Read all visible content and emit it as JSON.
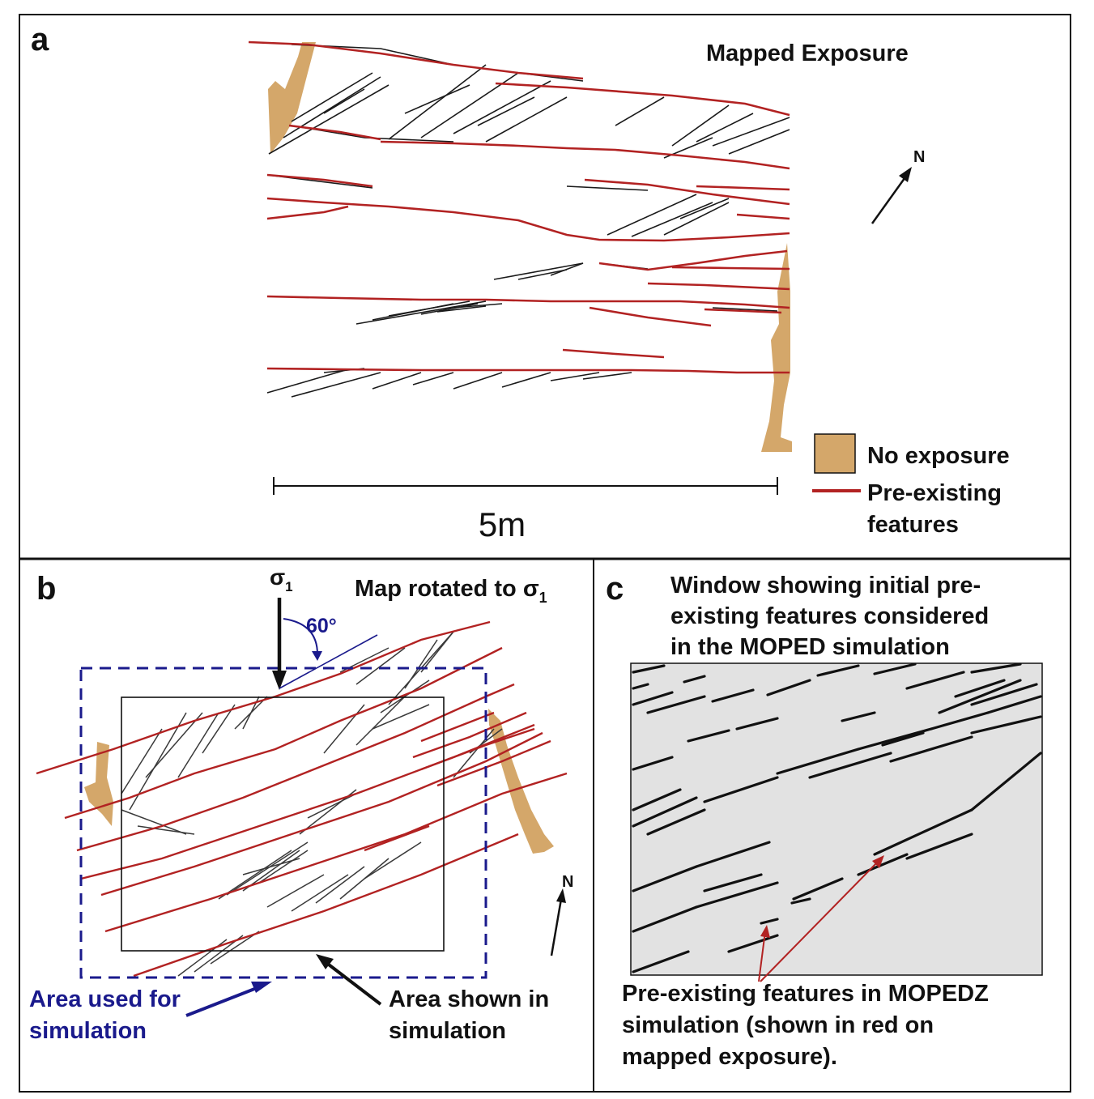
{
  "colors": {
    "pre_existing": "#b22222",
    "fracture": "#1a1a1a",
    "no_exposure": "#d4a76a",
    "simulation_area": "#1a1a8c",
    "window_bg": "#e2e2e2"
  },
  "panel_a": {
    "letter": "a",
    "title": "Mapped Exposure",
    "north": "N",
    "scale_label": "5m",
    "legend": {
      "no_exposure": "No exposure",
      "pre_existing_1": "Pre-existing",
      "pre_existing_2": "features"
    }
  },
  "panel_b": {
    "letter": "b",
    "sigma": "σ",
    "sigma_sub": "1",
    "title": "Map rotated to σ",
    "title_sub": "1",
    "angle": "60°",
    "north": "N",
    "area_sim_1": "Area used for",
    "area_sim_2": "simulation",
    "area_shown_1": "Area shown in",
    "area_shown_2": "simulation"
  },
  "panel_c": {
    "letter": "c",
    "title_1": "Window showing initial pre-",
    "title_2": "existing features considered",
    "title_3": "in the MOPED simulation",
    "caption_1": "Pre-existing features in MOPEDZ",
    "caption_2": "simulation (shown in red on",
    "caption_3": "mapped exposure)."
  }
}
